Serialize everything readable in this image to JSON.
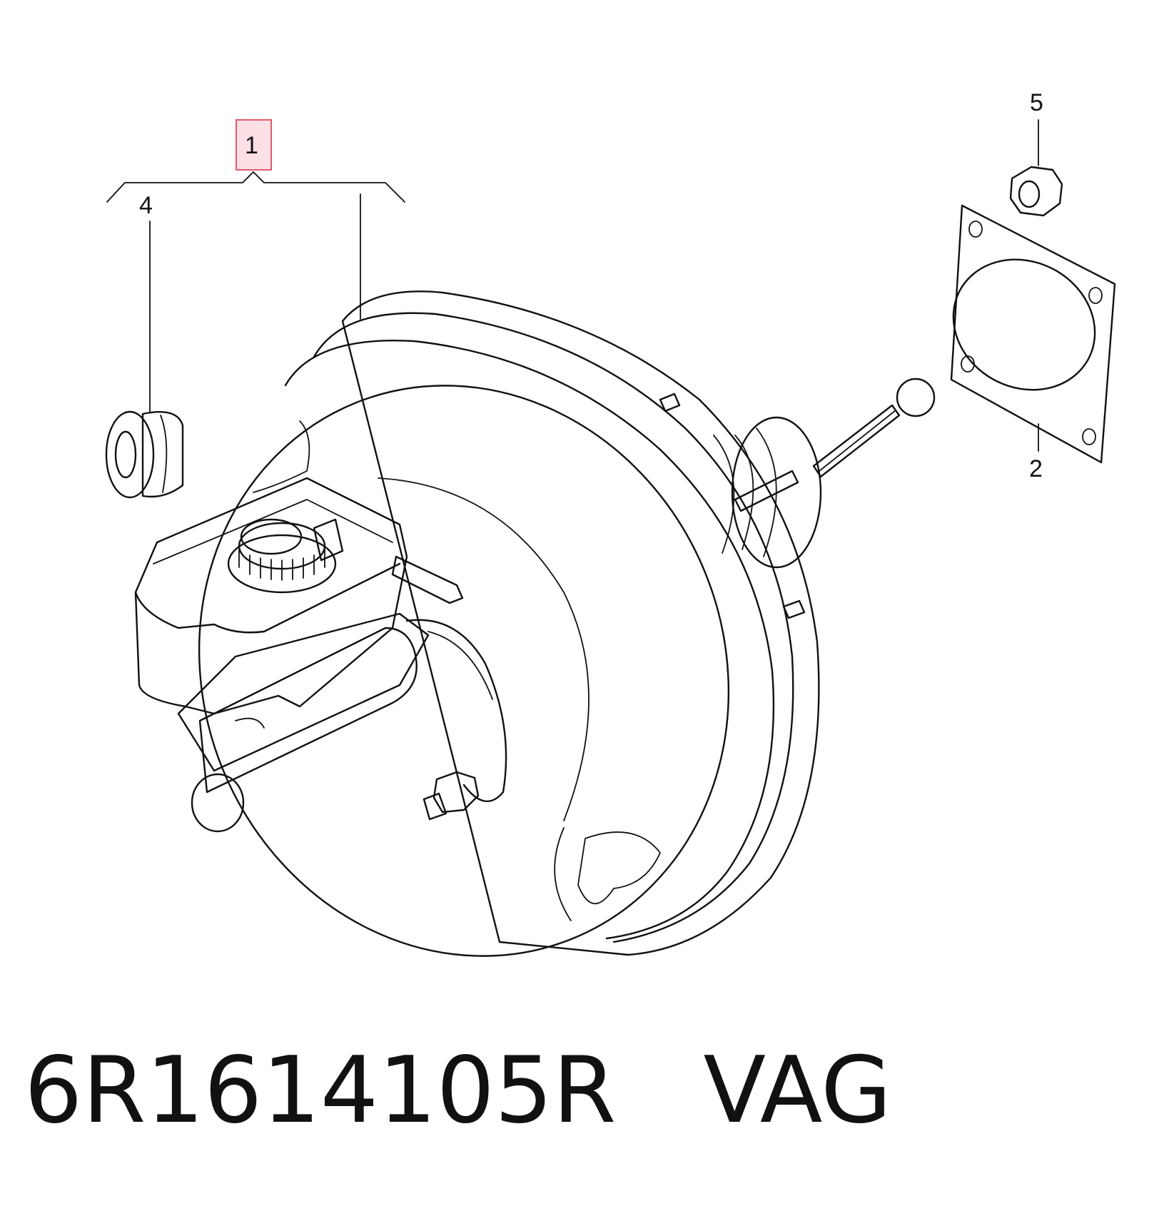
{
  "callouts": {
    "item1": "1",
    "item2": "2",
    "item4": "4",
    "item5": "5"
  },
  "caption": {
    "part_number": "6R1614105R",
    "brand": "VAG"
  },
  "colors": {
    "ink": "#111111",
    "highlight_fill": "#fde0e6",
    "highlight_stroke": "#e05a6e",
    "grommet_dots": "#555555"
  }
}
